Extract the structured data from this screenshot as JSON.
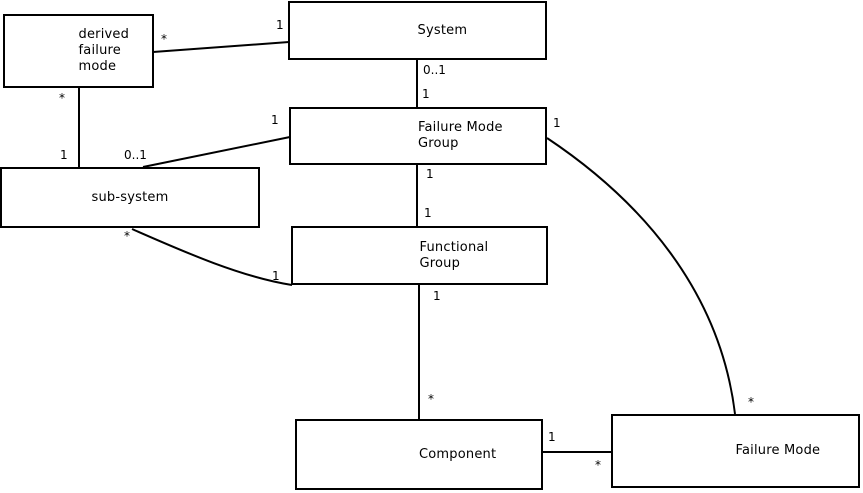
{
  "diagram": {
    "background_color": "#ffffff",
    "line_color": "#000000",
    "nodes": {
      "derived_failure_mode": "derived\nfailure\nmode",
      "system": "System",
      "failure_mode_group": "Failure Mode\nGroup",
      "sub_system": "sub-system",
      "functional_group": "Functional\nGroup",
      "component": "Component",
      "failure_mode": "Failure Mode"
    },
    "multiplicities": {
      "dfm_system_star": "*",
      "dfm_system_one": "1",
      "system_fmg_zero_one": "0..1",
      "system_fmg_one": "1",
      "dfm_subsystem_star": "*",
      "dfm_subsystem_one": "1",
      "subsystem_fmg_zero_one": "0..1",
      "subsystem_fmg_one": "1",
      "fmg_fm_one": "1",
      "fmg_fm_star": "*",
      "fmg_fg_one_top": "1",
      "fmg_fg_one_bottom": "1",
      "subsystem_fg_star": "*",
      "subsystem_fg_one": "1",
      "fg_component_one": "1",
      "fg_component_star": "*",
      "component_fm_one": "1",
      "component_fm_star": "*"
    }
  }
}
